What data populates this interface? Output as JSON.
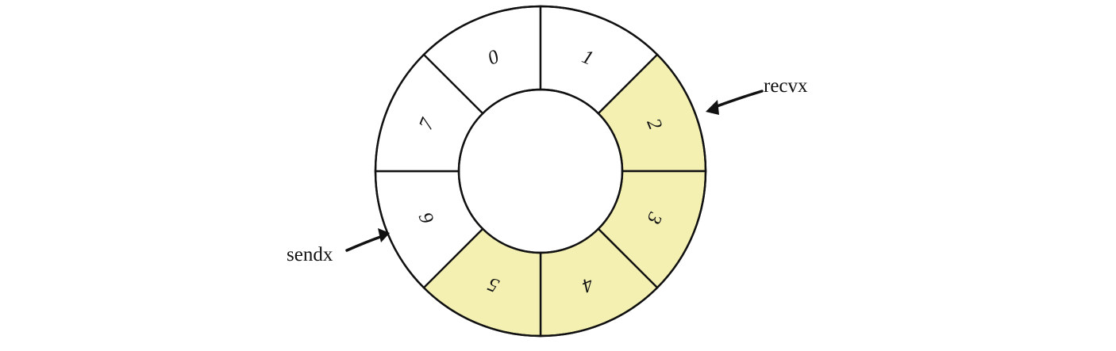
{
  "buffer": {
    "slots": [
      {
        "label": "0",
        "filled": false
      },
      {
        "label": "1",
        "filled": false
      },
      {
        "label": "2",
        "filled": true
      },
      {
        "label": "3",
        "filled": true
      },
      {
        "label": "4",
        "filled": true
      },
      {
        "label": "5",
        "filled": true
      },
      {
        "label": "6",
        "filled": false
      },
      {
        "label": "7",
        "filled": false
      }
    ],
    "fill_color": "#f3f0b2",
    "empty_color": "#ffffff"
  },
  "pointers": {
    "recvx": {
      "label": "recvx",
      "slot": 2
    },
    "sendx": {
      "label": "sendx",
      "slot": 6
    }
  }
}
